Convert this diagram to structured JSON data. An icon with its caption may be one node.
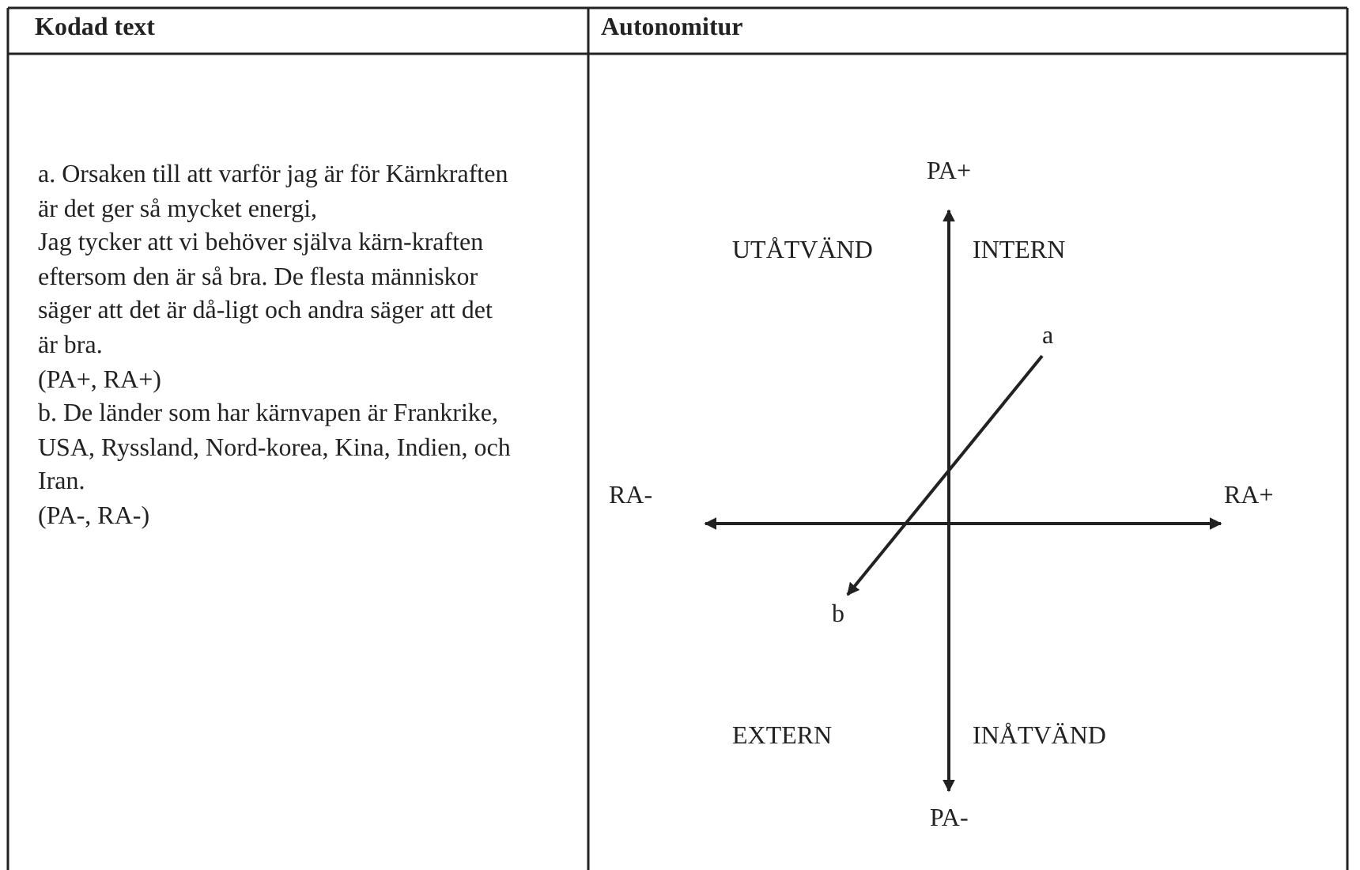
{
  "diagram": {
    "nodes": [
      {
        "text": [
          "a"
        ]
      },
      {
        "text": [
          "b"
        ]
      }
    ],
    "edges": [
      {
        "from": 0,
        "to": 1,
        "arrow": "to"
      }
    ],
    "labels": [
      "Kodad text",
      "Autonomitur",
      "a. Orsaken till att varför jag är för Kärnkraften är det ger så mycket energi,",
      "Jag tycker att vi behöver själva kärn-kraften eftersom den är så bra. De flesta människor säger att det är då-ligt och andra säger att det är bra.",
      "(PA+, RA+)",
      "b. De länder som har kärnvapen är Frankrike, USA, Ryssland, Nord-korea, Kina, Indien, och Iran.",
      "(PA-, RA-)",
      "PA+",
      "UTÅTVÄND",
      "INTERN",
      "RA-",
      "RA+",
      "EXTERN",
      "INÅTVÄND",
      "PA-"
    ]
  }
}
